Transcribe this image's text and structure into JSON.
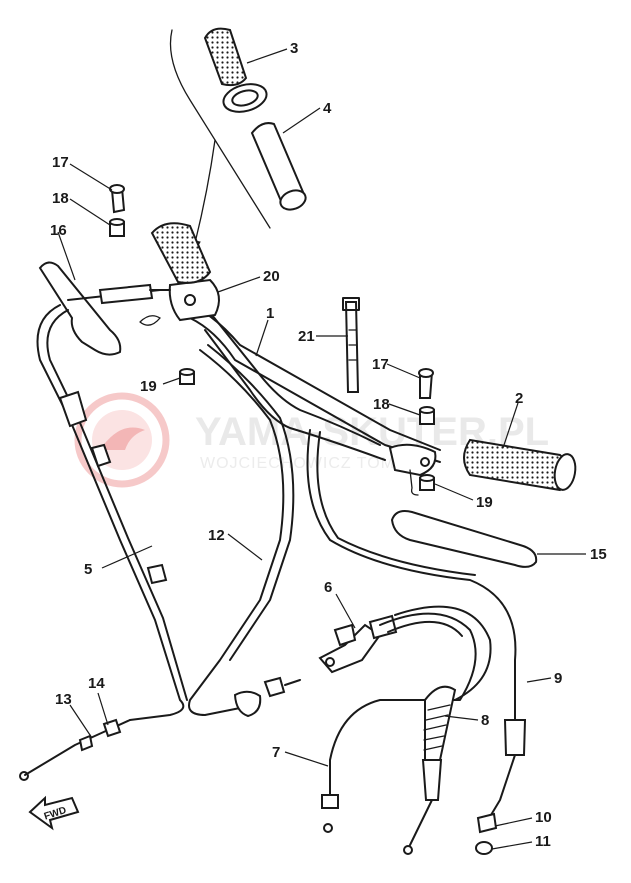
{
  "watermark": {
    "brand": "YAMA-SKUTER.PL",
    "sub": "WOJCIECHOWICZ TOMASZ",
    "color": "#f3b6b6"
  },
  "direction_label": "FWD",
  "callouts": {
    "c1": "1",
    "c2": "2",
    "c3": "3",
    "c4": "4",
    "c5": "5",
    "c6": "6",
    "c7": "7",
    "c8": "8",
    "c9": "9",
    "c10": "10",
    "c11": "11",
    "c12": "12",
    "c13": "13",
    "c14": "14",
    "c15": "15",
    "c16": "16",
    "c17a": "17",
    "c17b": "17",
    "c18a": "18",
    "c18b": "18",
    "c19a": "19",
    "c19b": "19",
    "c20": "20",
    "c21": "21"
  }
}
